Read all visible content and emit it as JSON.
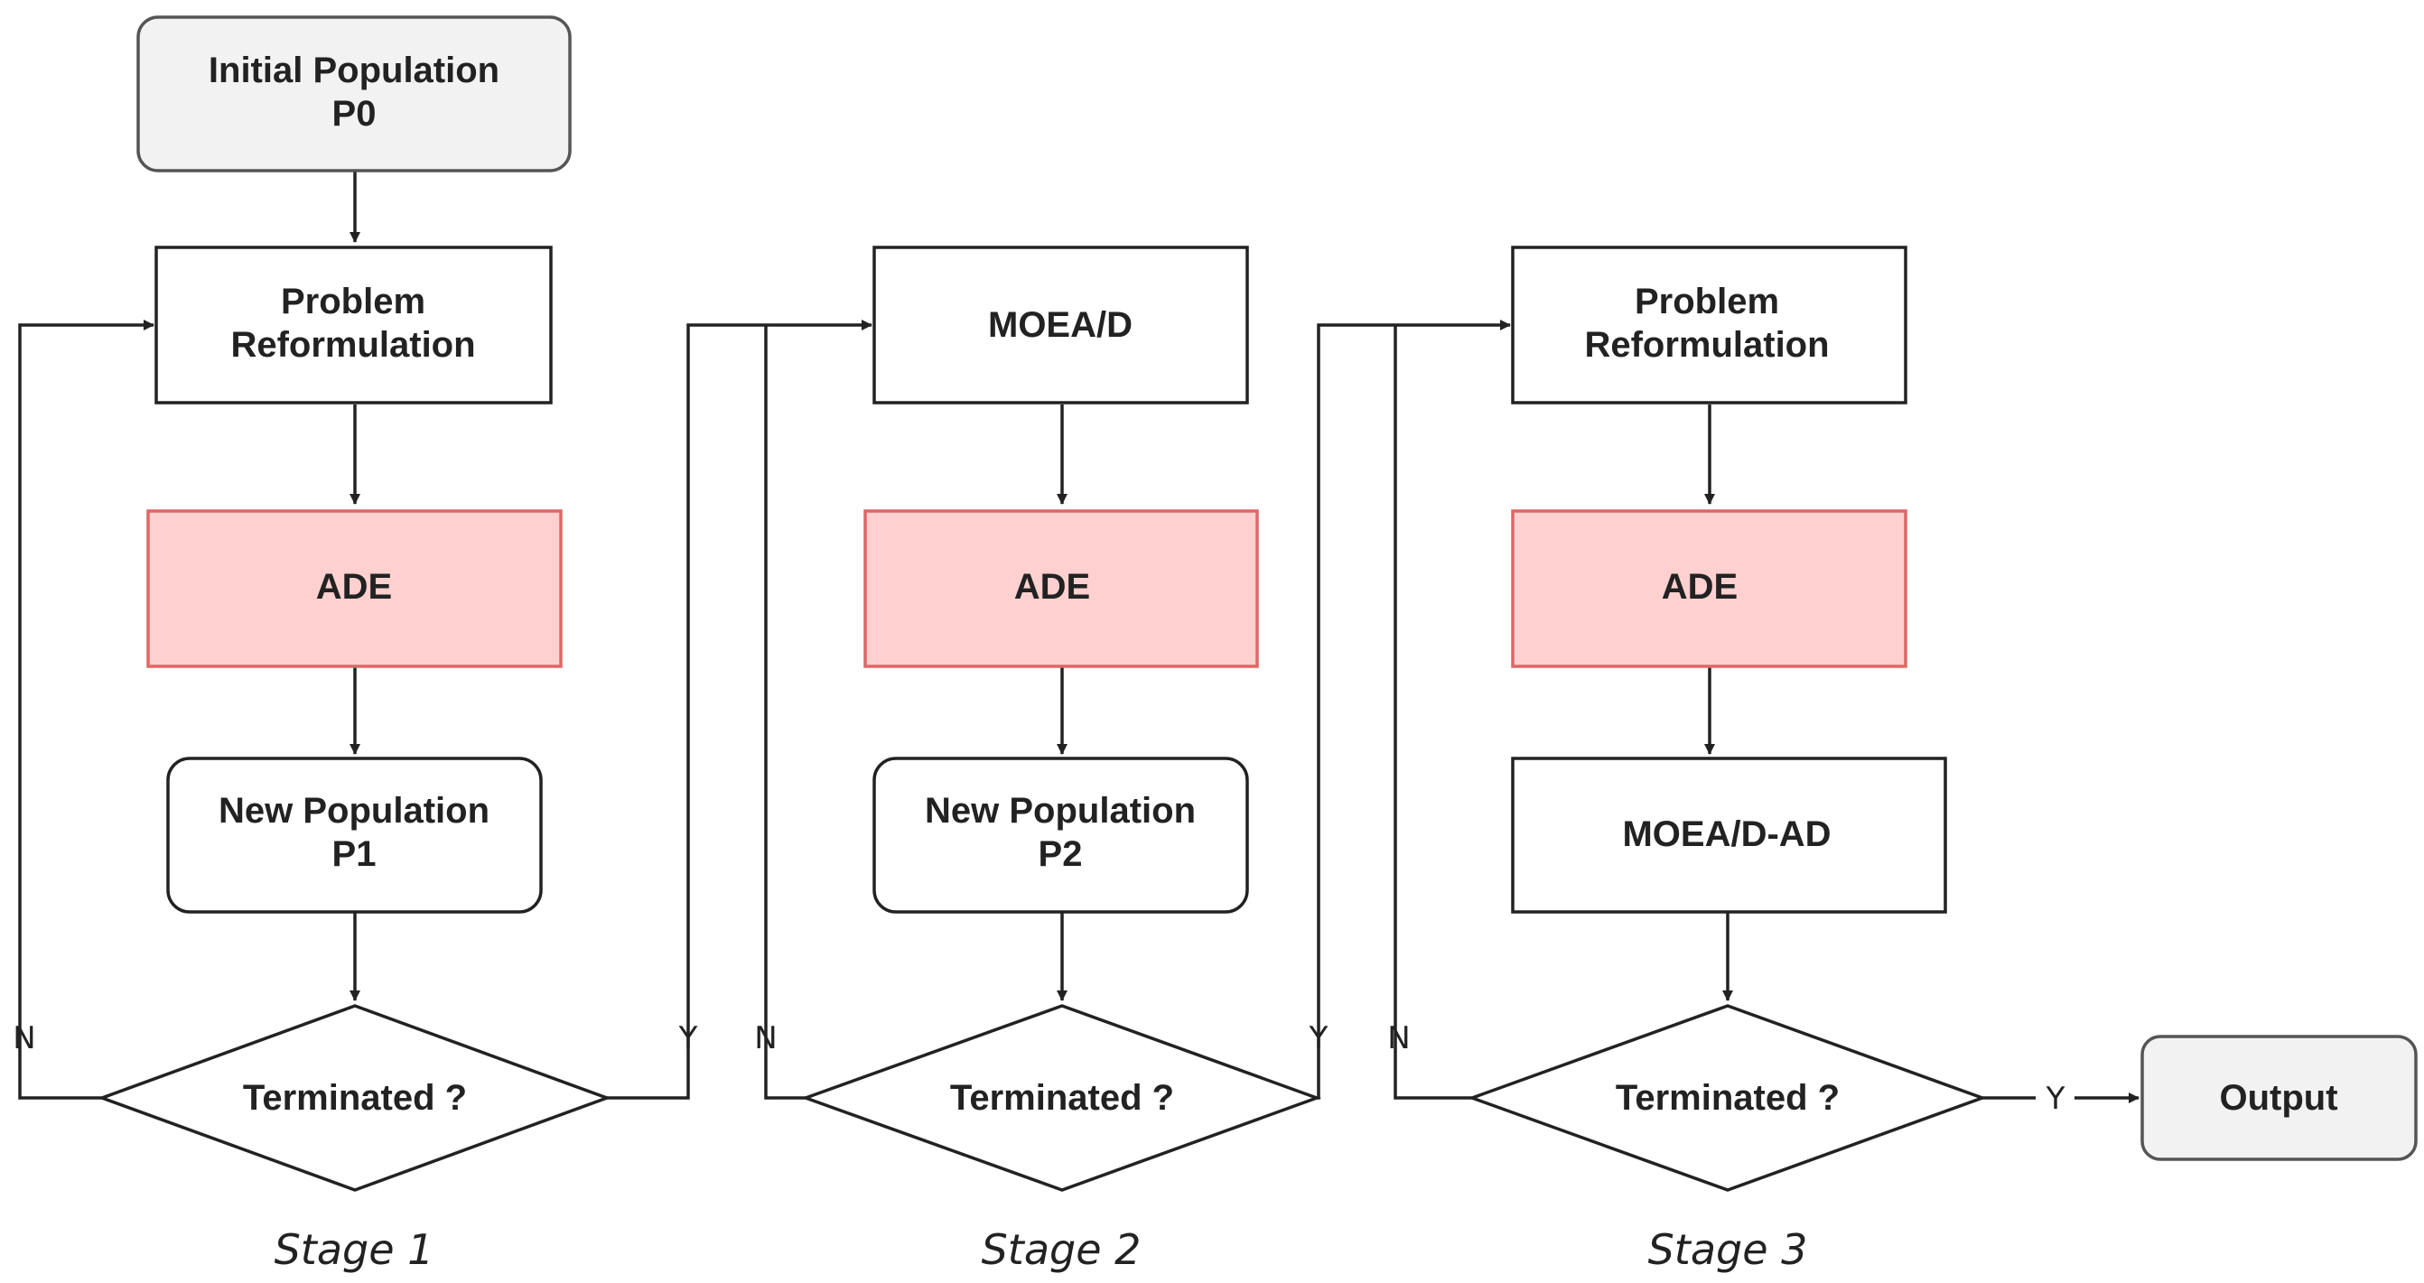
{
  "nodes": {
    "initial_population": {
      "line1": "Initial Population",
      "line2": "P0"
    },
    "stage1_reform": {
      "line1": "Problem",
      "line2": "Reformulation"
    },
    "stage1_ade": "ADE",
    "stage1_newpop": {
      "line1": "New Population",
      "line2": "P1"
    },
    "stage1_term": "Terminated ?",
    "stage2_moead": "MOEA/D",
    "stage2_ade": "ADE",
    "stage2_newpop": {
      "line1": "New Population",
      "line2": "P2"
    },
    "stage2_term": "Terminated ?",
    "stage3_reform": {
      "line1": "Problem",
      "line2": "Reformulation"
    },
    "stage3_ade": "ADE",
    "stage3_moeadad": "MOEA/D-AD",
    "stage3_term": "Terminated ?",
    "output": "Output"
  },
  "edge_labels": {
    "stage1_no": "N",
    "stage1_yes": "Y",
    "stage2_no": "N",
    "stage2_yes": "Y",
    "stage3_no": "N",
    "stage3_yes": "Y"
  },
  "stages": [
    "Stage 1",
    "Stage 2",
    "Stage 3"
  ],
  "colors": {
    "ade_fill": "#ffd0d0",
    "ade_border": "#e06666",
    "terminal_fill": "#f2f2f2",
    "line": "#222222"
  }
}
